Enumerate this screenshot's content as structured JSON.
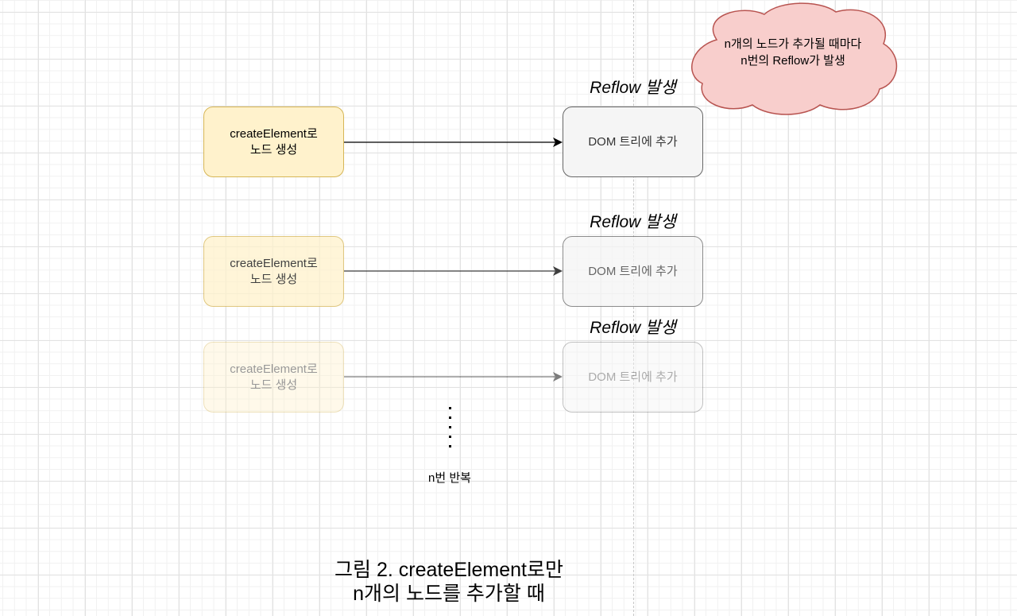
{
  "diagram": {
    "cloud_note": {
      "line1": "n개의 노드가 추가될 때마다",
      "line2": "n번의 Reflow가 발생",
      "fill": "#f8cecc",
      "stroke": "#b85450"
    },
    "rows": [
      {
        "create_line1": "createElement로",
        "create_line2": "노드 생성",
        "dom_label": "DOM 트리에 추가",
        "reflow_label": "Reflow 발생"
      },
      {
        "create_line1": "createElement로",
        "create_line2": "노드 생성",
        "dom_label": "DOM 트리에 추가",
        "reflow_label": "Reflow 발생"
      },
      {
        "create_line1": "createElement로",
        "create_line2": "노드 생성",
        "dom_label": "DOM 트리에 추가",
        "reflow_label": "Reflow 발생"
      }
    ],
    "repeat_label": "n번 반복",
    "caption": {
      "line1": "그림 2. createElement로만",
      "line2": "n개의 노드를 추가할 때"
    },
    "colors": {
      "create_fill": "#fff2cc",
      "create_stroke": "#d6b656",
      "dom_fill": "#f5f5f5",
      "dom_stroke": "#666666"
    }
  }
}
